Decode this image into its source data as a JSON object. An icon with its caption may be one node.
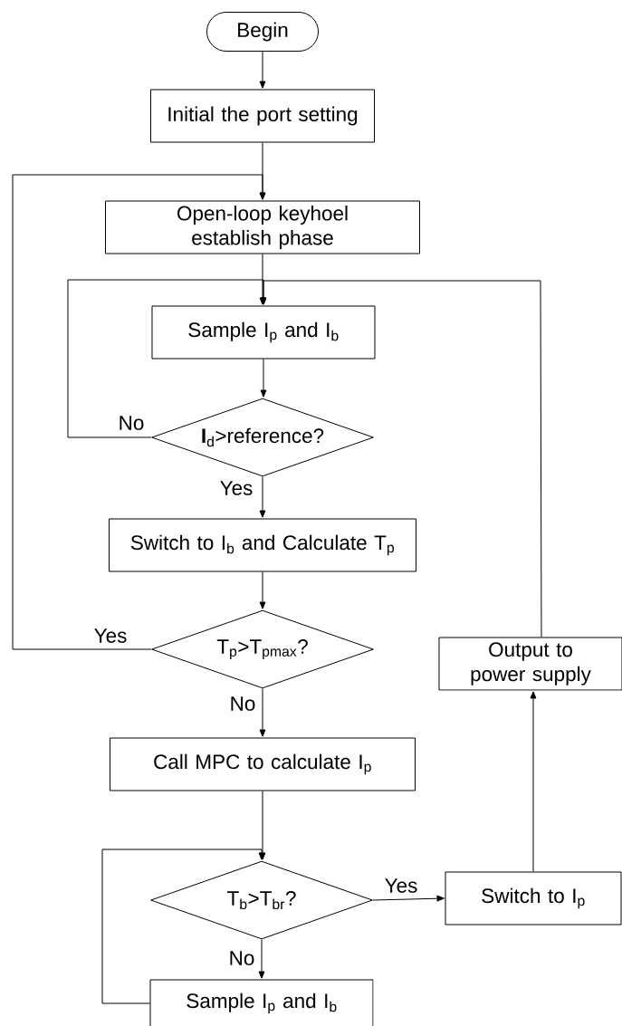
{
  "diagram": {
    "nodes": [
      {
        "text": [
          "Begin"
        ]
      },
      {
        "text": [
          "Initial the port setting"
        ]
      },
      {
        "text": [
          "Open-loop keyhoel establish phase"
        ]
      },
      {
        "text": [
          "Sample I$_{p}$ and I$_{b}$"
        ]
      },
      {
        "text": [
          "**I**$_{d}$>reference?"
        ]
      },
      {
        "text": [
          "Switch to I$_{b}$ and Calculate T$_{p}$"
        ]
      },
      {
        "text": [
          "T$_{p}$>T$_{pmax}$?"
        ]
      },
      {
        "text": [
          "Call MPC  to calculate I$_{p}$"
        ]
      },
      {
        "text": [
          "T$_{b}$>T$_{br}$?"
        ]
      },
      {
        "text": [
          "Switch to I$_{p}$"
        ]
      },
      {
        "text": [
          "Output to power supply"
        ]
      },
      {
        "text": [
          "Sample I$_{p}$ and I$_{b}$"
        ]
      }
    ],
    "edges": [
      {
        "from": 0,
        "to": 1,
        "arrow": "to"
      },
      {
        "from": 1,
        "to": 2,
        "arrow": "to"
      },
      {
        "from": 2,
        "to": 3,
        "arrow": "to"
      },
      {
        "from": 3,
        "to": 4,
        "arrow": "to"
      },
      {
        "from": 4,
        "to": 3,
        "arrow": "to",
        "label": "No"
      },
      {
        "from": 4,
        "to": 5,
        "arrow": "to",
        "label": "Yes"
      },
      {
        "from": 5,
        "to": 6,
        "arrow": "to"
      },
      {
        "from": 6,
        "to": 2,
        "arrow": "to",
        "label": "Yes"
      },
      {
        "from": 6,
        "to": 7,
        "arrow": "to",
        "label": "No"
      },
      {
        "from": 7,
        "to": 8,
        "arrow": "to"
      },
      {
        "from": 8,
        "to": 9,
        "arrow": "to",
        "label": "Yes"
      },
      {
        "from": 9,
        "to": 10,
        "arrow": "to"
      },
      {
        "from": 10,
        "to": 3,
        "arrow": "to"
      },
      {
        "from": 8,
        "to": 11,
        "arrow": "to",
        "label": "No"
      },
      {
        "from": 11,
        "to": 8,
        "arrow": "to"
      }
    ]
  }
}
